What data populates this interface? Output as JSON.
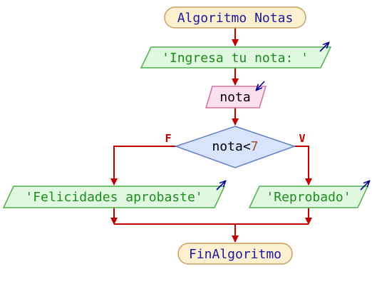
{
  "flowchart": {
    "start": {
      "keyword": "Algoritmo",
      "name": "Notas"
    },
    "output_prompt": "'Ingresa tu nota: '",
    "input_var": "nota",
    "decision": {
      "var": "nota",
      "op": "<",
      "value": "7"
    },
    "branch_false_label": "F",
    "branch_true_label": "V",
    "output_false": "'Felicidades aprobaste'",
    "output_true": "'Reprobado'",
    "end": "FinAlgoritmo"
  },
  "colors": {
    "line": "#c00000",
    "terminal_fill": "#fdf0d0",
    "terminal_stroke": "#c8a060",
    "output_fill": "#e0f7e0",
    "output_stroke": "#4fb04f",
    "input_fill": "#fde0ee",
    "input_stroke": "#d070a0",
    "decision_fill": "#d8e4fb",
    "decision_stroke": "#6080c8",
    "keyword_text": "#1a1aa0",
    "string_text": "#1e8c1e",
    "number_text": "#a0522d",
    "io_arrow": "#00008b"
  }
}
